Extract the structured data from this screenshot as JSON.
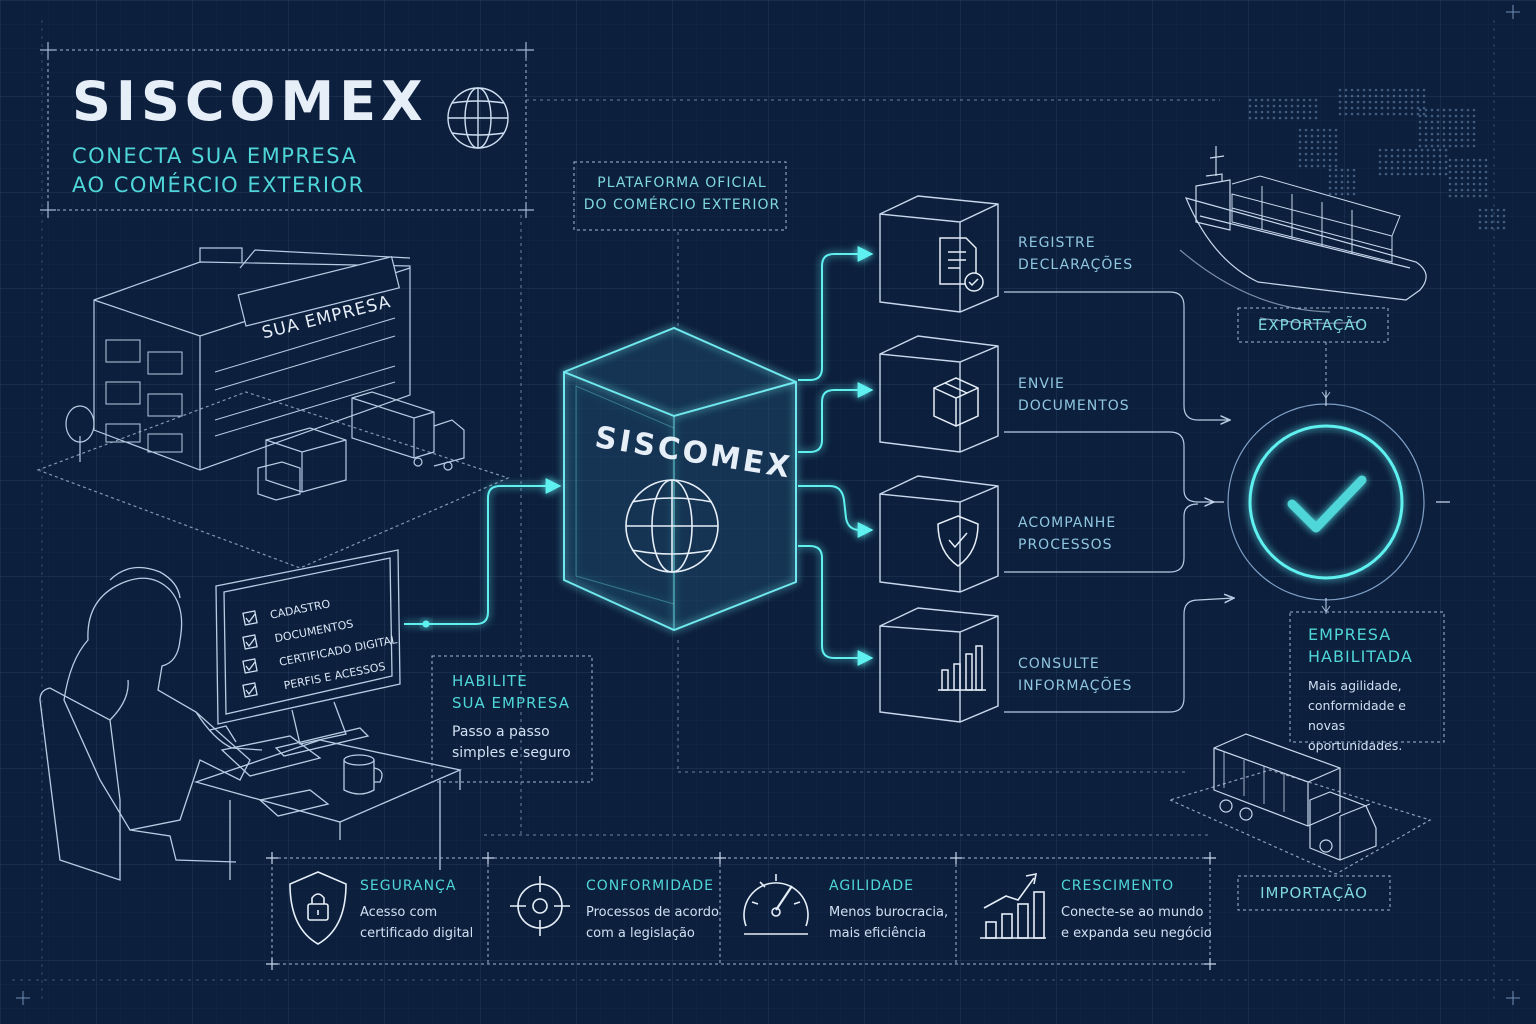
{
  "header": {
    "title": "SISCOMEX",
    "subtitle_line1": "CONECTA SUA EMPRESA",
    "subtitle_line2": "AO COMÉRCIO EXTERIOR"
  },
  "platform_label": {
    "line1": "PLATAFORMA OFICIAL",
    "line2": "DO COMÉRCIO EXTERIOR"
  },
  "hub": {
    "label": "SISCOMEX"
  },
  "company": {
    "sign": "SUA EMPRESA"
  },
  "computer_checklist": [
    "CADASTRO",
    "DOCUMENTOS",
    "CERTIFICADO DIGITAL",
    "PERFIS E ACESSOS"
  ],
  "habilite": {
    "title_line1": "HABILITE",
    "title_line2": "SUA EMPRESA",
    "desc_line1": "Passo a passo",
    "desc_line2": "simples e seguro"
  },
  "steps": [
    {
      "icon": "document-check-icon",
      "line1": "REGISTRE",
      "line2": "DECLARAÇÕES"
    },
    {
      "icon": "package-box-icon",
      "line1": "ENVIE",
      "line2": "DOCUMENTOS"
    },
    {
      "icon": "shield-check-icon",
      "line1": "ACOMPANHE",
      "line2": "PROCESSOS"
    },
    {
      "icon": "bar-chart-icon",
      "line1": "CONSULTE",
      "line2": "INFORMAÇÕES"
    }
  ],
  "exportacao": "EXPORTAÇÃO",
  "importacao": "IMPORTAÇÃO",
  "result": {
    "title_line1": "EMPRESA",
    "title_line2": "HABILITADA",
    "desc_line1": "Mais agilidade,",
    "desc_line2": "conformidade e",
    "desc_line3": "novas oportunidades."
  },
  "features": [
    {
      "icon": "padlock-shield-icon",
      "title": "SEGURANÇA",
      "line1": "Acesso com",
      "line2": "certificado digital"
    },
    {
      "icon": "target-crosshair-icon",
      "title": "CONFORMIDADE",
      "line1": "Processos de acordo",
      "line2": "com a legislação"
    },
    {
      "icon": "speedometer-icon",
      "title": "AGILIDADE",
      "line1": "Menos burocracia,",
      "line2": "mais eficiência"
    },
    {
      "icon": "growth-chart-icon",
      "title": "CRESCIMENTO",
      "line1": "Conecte-se ao mundo",
      "line2": "e expanda seu negócio"
    }
  ],
  "colors": {
    "background": "#0c1f3d",
    "accent_cyan": "#4fd6d8",
    "line": "#9fb8d6",
    "glow": "#5ff0f0"
  }
}
